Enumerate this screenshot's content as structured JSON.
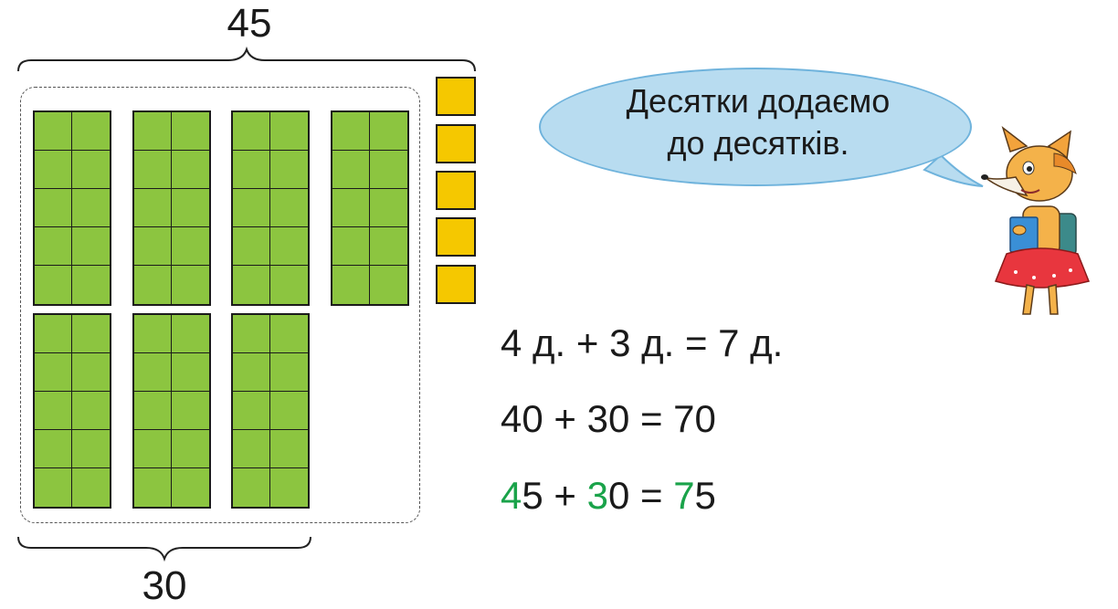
{
  "labels": {
    "total": "45",
    "tens_part": "30"
  },
  "speech_bubble": {
    "line1": "Десятки додаємо",
    "line2": "до десятків."
  },
  "equations": {
    "eq1": "4 д. + 3 д. = 7 д.",
    "eq2": "40 + 30 = 70",
    "eq3": {
      "a_tens": "4",
      "a_ones": "5",
      "plus": " + ",
      "b_tens": "3",
      "b_ones": "0",
      "equals": " = ",
      "c_tens": "7",
      "c_ones": "5"
    }
  },
  "blocks": {
    "ten_rods": 7,
    "unit_cubes": 5
  },
  "colors": {
    "rod_green": "#8cc540",
    "unit_yellow": "#f5c800",
    "digit_highlight": "#1aa34a",
    "bubble_blue": "#b8dcf0"
  },
  "icons": {
    "character": "fox-girl-illustration"
  }
}
